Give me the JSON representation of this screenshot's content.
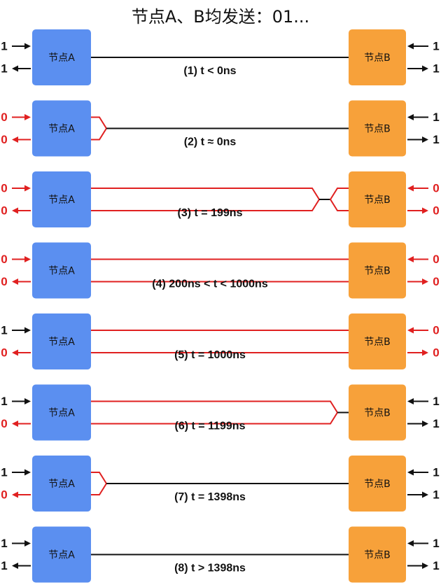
{
  "title": "节点A、B均发送：01...",
  "node_a_label": "节点A",
  "node_b_label": "节点B",
  "colors": {
    "node_a": "#5b8ff0",
    "node_b": "#f7a13a",
    "signal_black": "#111111",
    "signal_red": "#e02020"
  },
  "rows": [
    {
      "caption": "(1) t < 0ns",
      "a_in": "1",
      "a_in_color": "black",
      "a_out": "1",
      "a_out_color": "black",
      "b_in": "1",
      "b_in_color": "black",
      "b_out": "1",
      "b_out_color": "black",
      "state": "idle"
    },
    {
      "caption": "(2) t ≈ 0ns",
      "a_in": "0",
      "a_in_color": "red",
      "a_out": "0",
      "a_out_color": "red",
      "b_in": "1",
      "b_in_color": "black",
      "b_out": "1",
      "b_out_color": "black",
      "state": "a_start"
    },
    {
      "caption": "(3) t = 199ns",
      "a_in": "0",
      "a_in_color": "red",
      "a_out": "0",
      "a_out_color": "red",
      "b_in": "0",
      "b_in_color": "red",
      "b_out": "0",
      "b_out_color": "red",
      "state": "both_near_b"
    },
    {
      "caption": "(4) 200ns < t < 1000ns",
      "a_in": "0",
      "a_in_color": "red",
      "a_out": "0",
      "a_out_color": "red",
      "b_in": "0",
      "b_in_color": "red",
      "b_out": "0",
      "b_out_color": "red",
      "state": "full"
    },
    {
      "caption": "(5)  t = 1000ns",
      "a_in": "1",
      "a_in_color": "black",
      "a_out": "0",
      "a_out_color": "red",
      "b_in": "0",
      "b_in_color": "red",
      "b_out": "0",
      "b_out_color": "red",
      "state": "full"
    },
    {
      "caption": "(6)  t = 1199ns",
      "a_in": "1",
      "a_in_color": "black",
      "a_out": "0",
      "a_out_color": "red",
      "b_in": "1",
      "b_in_color": "black",
      "b_out": "1",
      "b_out_color": "black",
      "state": "end_near_b"
    },
    {
      "caption": "(7)  t = 1398ns",
      "a_in": "1",
      "a_in_color": "black",
      "a_out": "0",
      "a_out_color": "red",
      "b_in": "1",
      "b_in_color": "black",
      "b_out": "1",
      "b_out_color": "black",
      "state": "a_start"
    },
    {
      "caption": "(8)  t > 1398ns",
      "a_in": "1",
      "a_in_color": "black",
      "a_out": "1",
      "a_out_color": "black",
      "b_in": "1",
      "b_in_color": "black",
      "b_out": "1",
      "b_out_color": "black",
      "state": "idle"
    }
  ]
}
